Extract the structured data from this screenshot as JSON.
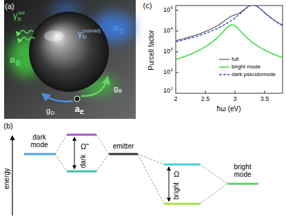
{
  "diagram": {
    "labels": [
      "(a)",
      "a",
      "D",
      "γ",
      "D",
      "(nonrad)",
      "γ",
      "B",
      "rad",
      "a",
      "B",
      "g",
      "B",
      "g",
      "D",
      "a",
      "E",
      "(b)",
      "energy",
      "dark mode",
      "emitter",
      "Ω̃",
      "dark",
      "Ω",
      "bright",
      "bright mode",
      "(c)",
      "Purcell factor",
      "ħω (eV)",
      "2",
      "2.5",
      "3",
      "3.5",
      "10",
      "5",
      "10",
      "4",
      "10",
      "3",
      "10",
      "2",
      "10",
      "1"
    ],
    "legend": [
      {
        "text": "full"
      },
      {
        "text": "bright mode"
      },
      {
        "text": "dark pseudomode"
      }
    ]
  }
}
